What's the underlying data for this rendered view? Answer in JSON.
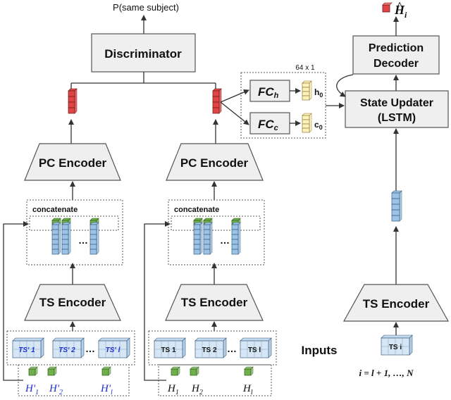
{
  "top_label": "P(same subject)",
  "discriminator": "Discriminator",
  "prediction_decoder": [
    "Prediction",
    "Decoder"
  ],
  "state_updater": [
    "State Updater",
    "(LSTM)"
  ],
  "fc_dims": "64 x 1",
  "fc_h": {
    "name": "FC",
    "sub": "h",
    "out": "h",
    "out_sub": "0"
  },
  "fc_c": {
    "name": "FC",
    "sub": "c",
    "out": "c",
    "out_sub": "0"
  },
  "pc_encoder": "PC Encoder",
  "ts_encoder": "TS Encoder",
  "concatenate": "concatenate",
  "ellipsis": "…",
  "inputs_label": "Inputs",
  "output_label": {
    "base": "H",
    "hat": "^",
    "sub": "i"
  },
  "range_label": "i = l + 1, …, N",
  "left_ts_tiles": [
    "TS' 1",
    "TS' 2",
    "TS' l"
  ],
  "mid_ts_tiles": [
    "TS 1",
    "TS 2",
    "TS l"
  ],
  "right_ts_tile": "TS i",
  "left_h_labels": [
    {
      "base": "H'",
      "sub": "1"
    },
    {
      "base": "H'",
      "sub": "2"
    },
    {
      "base": "H'",
      "sub": "l"
    }
  ],
  "mid_h_labels": [
    {
      "base": "H",
      "sub": "1"
    },
    {
      "base": "H",
      "sub": "2"
    },
    {
      "base": "H",
      "sub": "l"
    }
  ],
  "colors": {
    "box_fill": "#efefef",
    "red_vector": "#e04545",
    "blue_vector": "#9cc3e6",
    "green_vector": "#6fb04a",
    "yellow_vector": "#fff2b8",
    "tile_fill": "#d6e6f4",
    "blue_text": "#1f2fcf"
  }
}
